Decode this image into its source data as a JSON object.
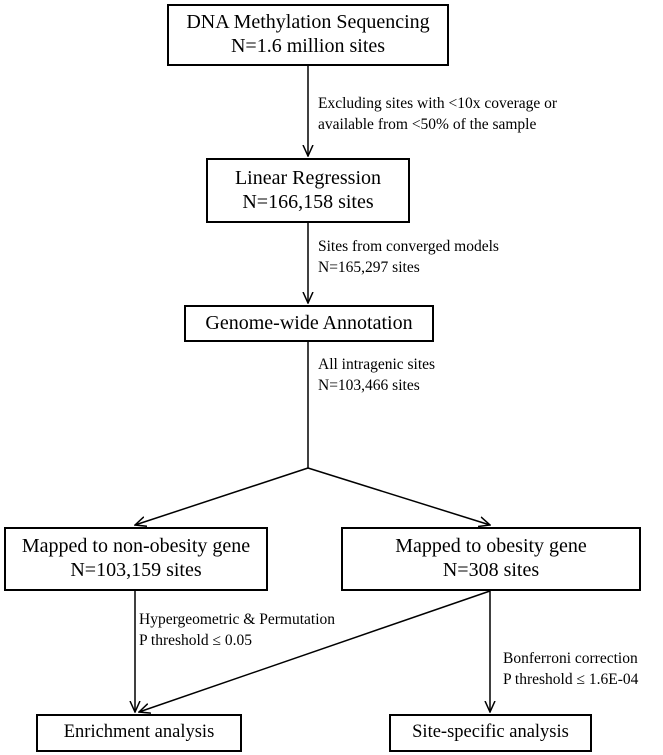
{
  "boxes": {
    "sequencing": {
      "line1": "DNA Methylation Sequencing",
      "line2": "N=1.6 million sites"
    },
    "regression": {
      "line1": "Linear Regression",
      "line2": "N=166,158 sites"
    },
    "annotation": {
      "line1": "Genome-wide Annotation"
    },
    "non_obesity": {
      "line1": "Mapped to non-obesity gene",
      "line2": "N=103,159 sites"
    },
    "obesity": {
      "line1": "Mapped to obesity gene",
      "line2": "N=308 sites"
    },
    "enrichment": {
      "line1": "Enrichment analysis"
    },
    "site_specific": {
      "line1": "Site-specific analysis"
    }
  },
  "labels": {
    "exclusion": {
      "line1": "Excluding sites with <10x coverage or",
      "line2": "available from <50% of the sample"
    },
    "converged": {
      "line1": "Sites from converged models",
      "line2": "N=165,297 sites"
    },
    "intragenic": {
      "line1": "All intragenic sites",
      "line2": "N=103,466 sites"
    },
    "hypergeometric": {
      "line1": "Hypergeometric & Permutation",
      "line2": "P threshold ≤  0.05"
    },
    "bonferroni": {
      "line1": "Bonferroni correction",
      "line2": "P threshold ≤ 1.6E-04"
    }
  }
}
